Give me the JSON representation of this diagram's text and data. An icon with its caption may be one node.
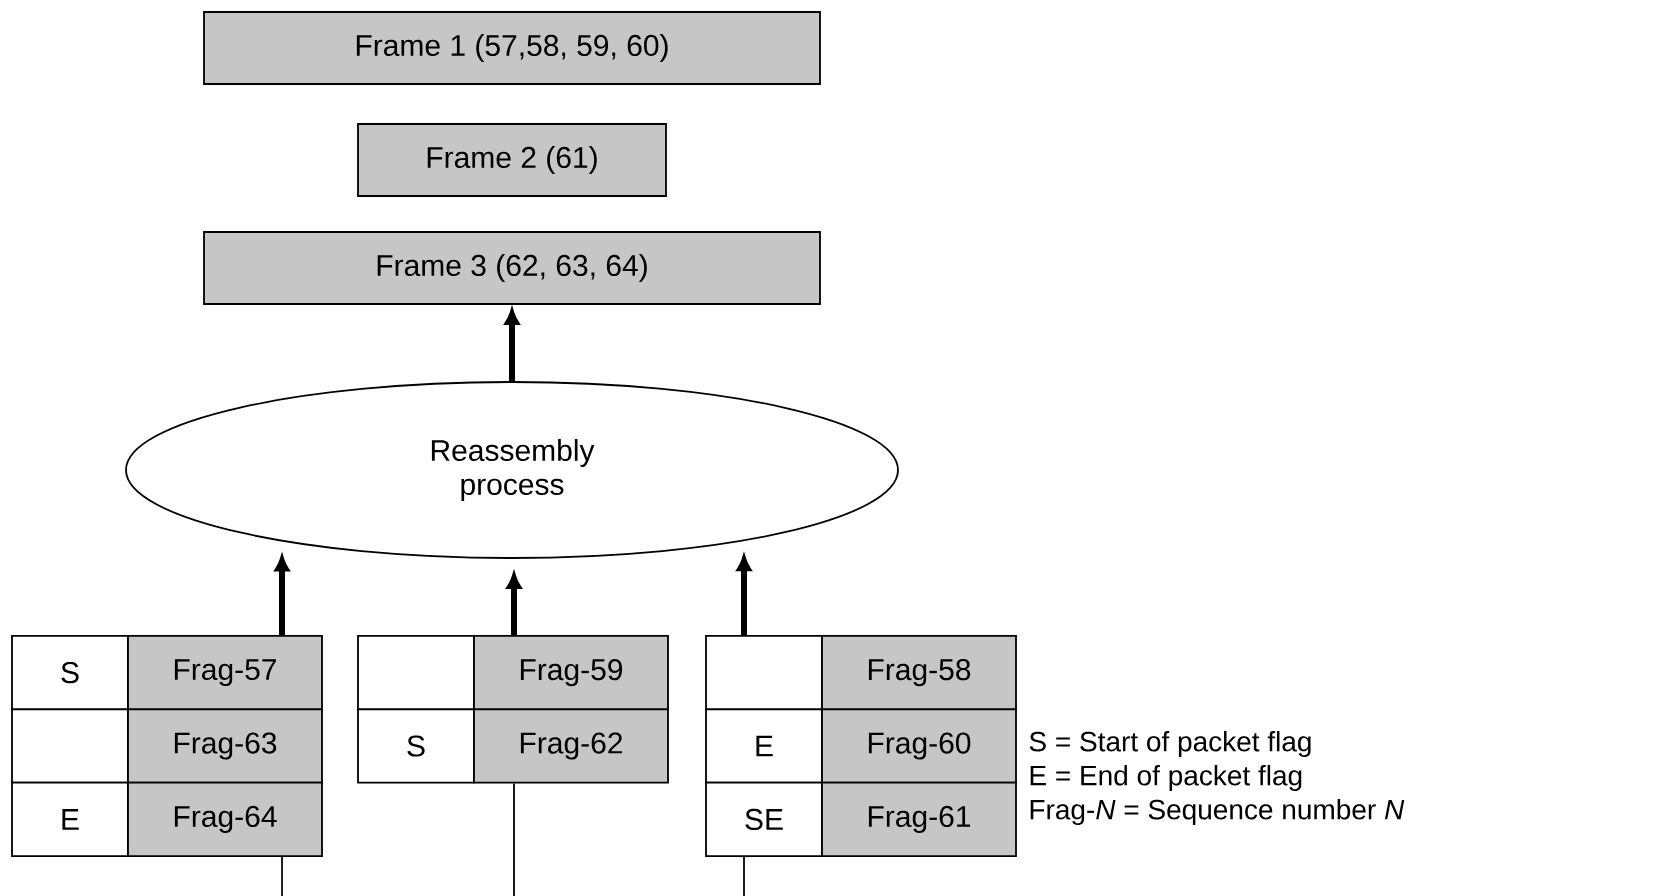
{
  "diagram": {
    "nodes": [
      {
        "text": [
          "Frame 1 (57,58, 59, 60)"
        ]
      },
      {
        "text": [
          "Frame 2 (61)"
        ]
      },
      {
        "text": [
          "Frame 3 (62, 63, 64)"
        ]
      },
      {
        "text": [
          "Reassembly process"
        ]
      },
      {
        "text": [
          "S"
        ]
      },
      {
        "text": [
          "Frag-57"
        ]
      },
      {
        "text": [],
        "shape": "box"
      },
      {
        "text": [
          "Frag-63"
        ]
      },
      {
        "text": [
          "E"
        ]
      },
      {
        "text": [
          "Frag-64"
        ]
      },
      {
        "text": [],
        "shape": "box"
      },
      {
        "text": [
          "Frag-59"
        ]
      },
      {
        "text": [
          "S"
        ]
      },
      {
        "text": [
          "Frag-62"
        ]
      },
      {
        "text": [],
        "shape": "box"
      },
      {
        "text": [
          "Frag-58"
        ]
      },
      {
        "text": [
          "E"
        ]
      },
      {
        "text": [
          "Frag-60"
        ]
      },
      {
        "text": [
          "SE"
        ]
      },
      {
        "text": [
          "Frag-61"
        ]
      }
    ],
    "edges": [
      {
        "from": 3,
        "to": 2,
        "arrow": "to"
      },
      {
        "from": 5,
        "to": 3,
        "arrow": "to"
      },
      {
        "from": 11,
        "to": 3,
        "arrow": "to"
      },
      {
        "from": 14,
        "to": 3,
        "arrow": "to"
      },
      {
        "from": null,
        "to": 9,
        "arrow": "none"
      },
      {
        "from": null,
        "to": 13,
        "arrow": "none"
      },
      {
        "from": null,
        "to": 18,
        "arrow": "none"
      }
    ],
    "labels": [
      "S = Start of packet flag",
      "E = End of packet flag",
      "Frag-*N* = Sequence number *N*"
    ]
  }
}
